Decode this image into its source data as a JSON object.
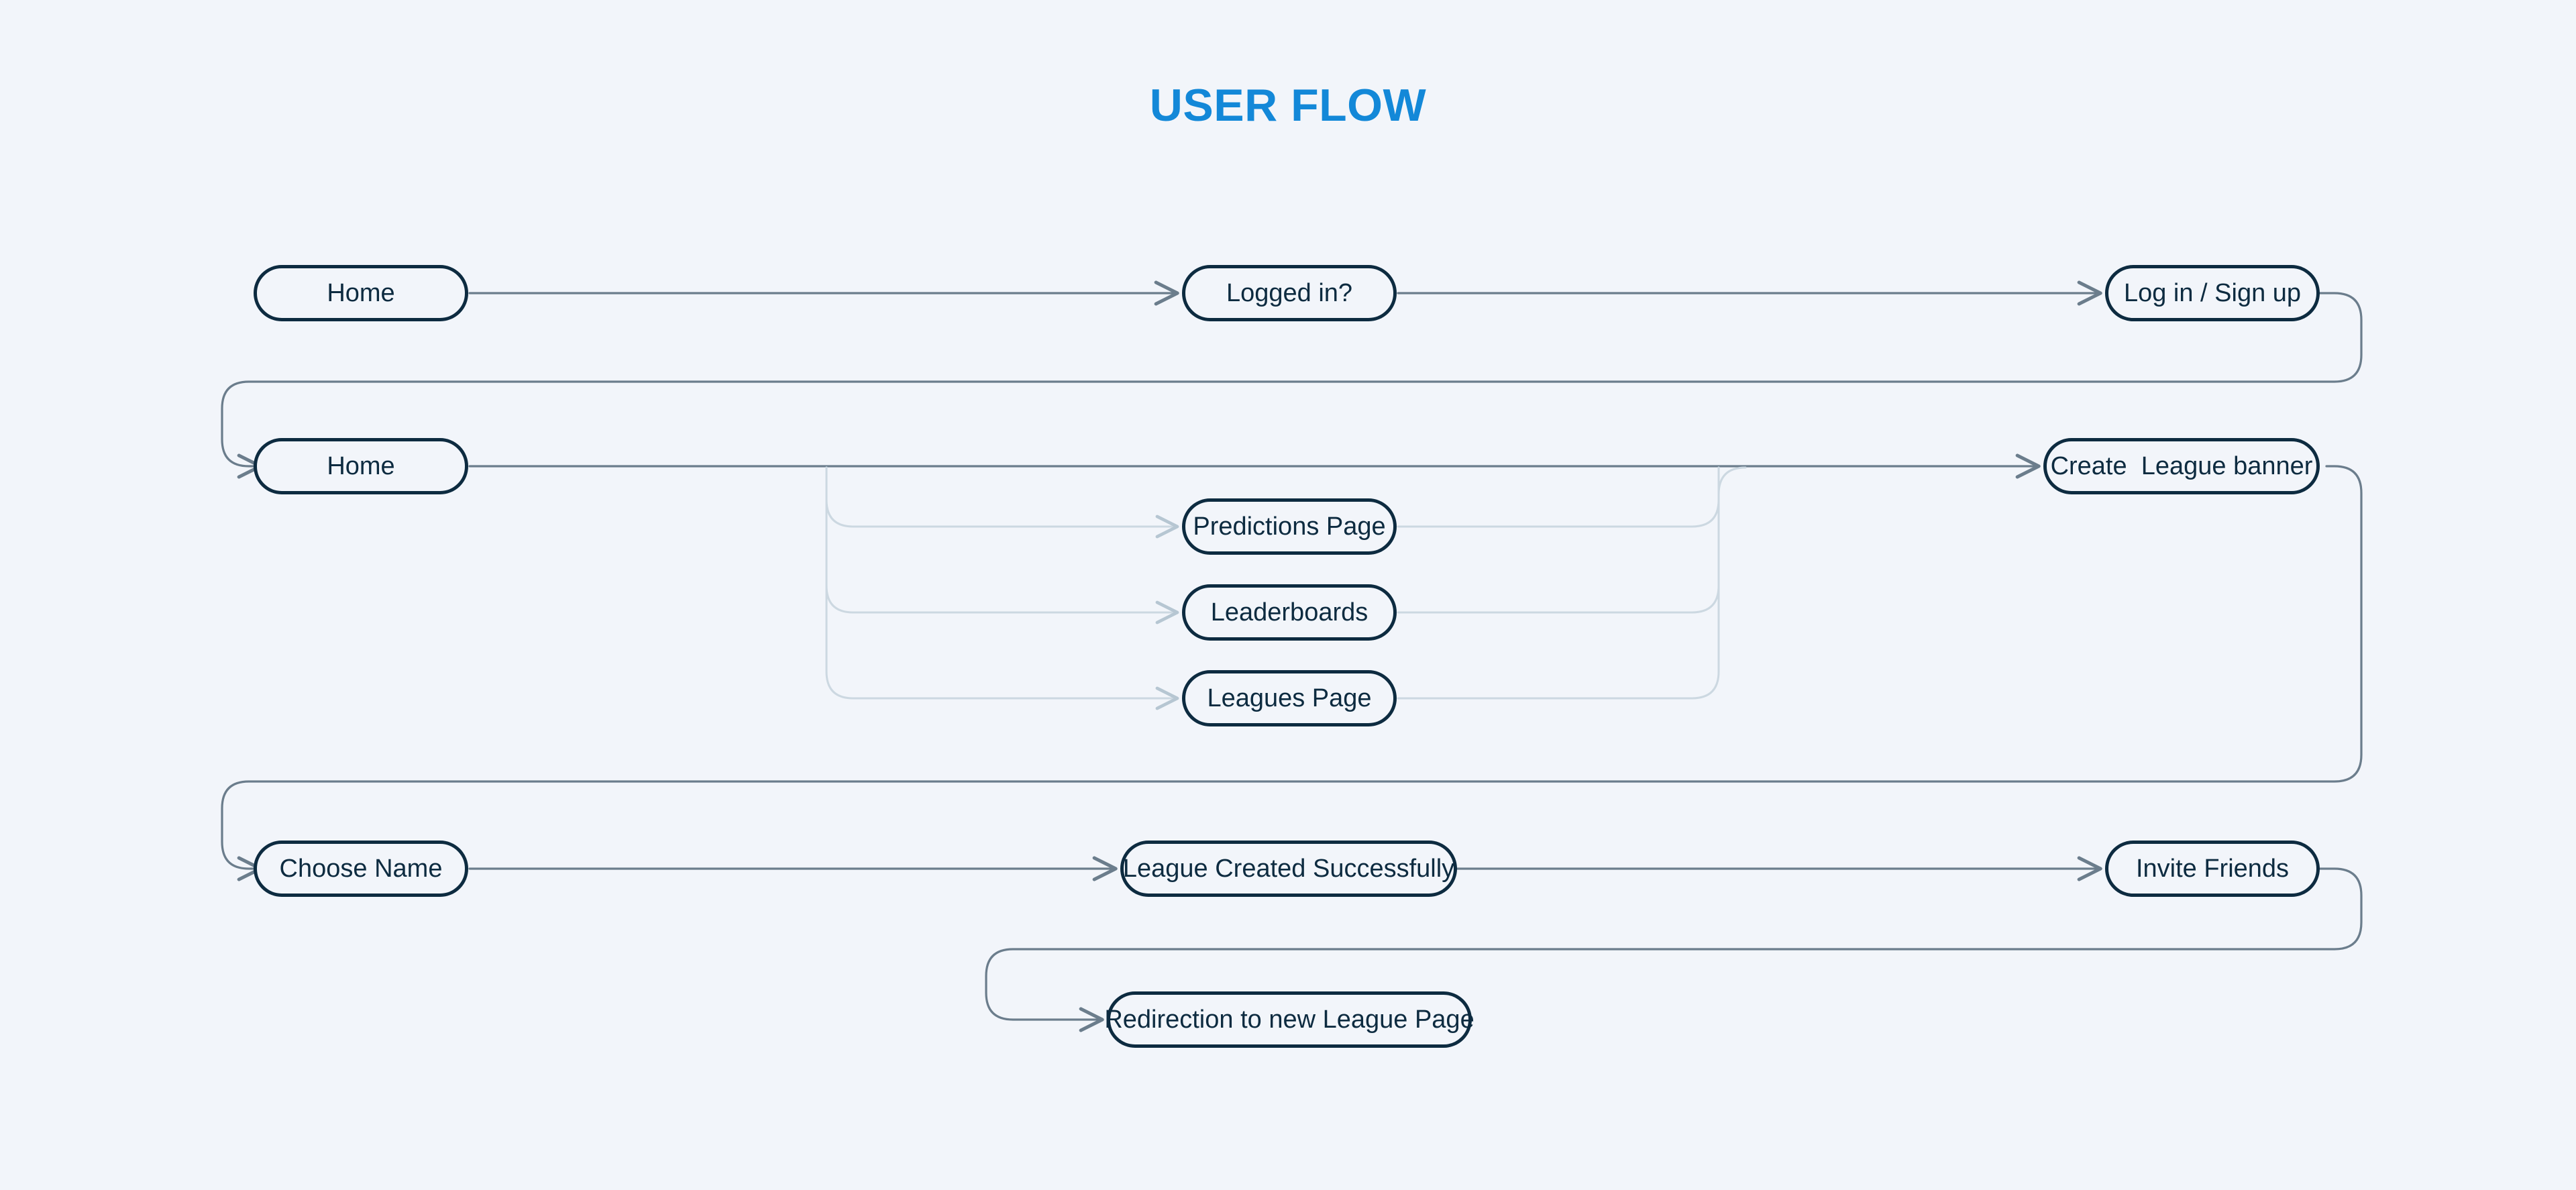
{
  "page": {
    "title": "USER FLOW",
    "background_color": "#f2f5fa",
    "title_color": "#1388d8",
    "node_border_color": "#0d2b40",
    "node_text_color": "#0d2b40",
    "connector_color": "#6b7d8c",
    "branch_connector_color": "#ccd8e1"
  },
  "diagram": {
    "type": "flowchart",
    "rows": [
      {
        "name": "row-1-entry",
        "nodes": [
          {
            "id": "home-1",
            "label": "Home"
          },
          {
            "id": "logged-in",
            "label": "Logged in?"
          },
          {
            "id": "login-signup",
            "label": "Log in / Sign up"
          }
        ]
      },
      {
        "name": "row-2-main",
        "nodes": [
          {
            "id": "home-2",
            "label": "Home"
          },
          {
            "id": "create-league-banner",
            "label": "Create  League banner"
          }
        ],
        "branches": [
          {
            "id": "predictions-page",
            "label": "Predictions Page"
          },
          {
            "id": "leaderboards",
            "label": "Leaderboards"
          },
          {
            "id": "leagues-page",
            "label": "Leagues Page"
          }
        ]
      },
      {
        "name": "row-3-creation",
        "nodes": [
          {
            "id": "choose-name",
            "label": "Choose Name"
          },
          {
            "id": "league-created",
            "label": "League Created Successfully"
          },
          {
            "id": "invite-friends",
            "label": "Invite Friends"
          }
        ]
      },
      {
        "name": "row-4-redirect",
        "nodes": [
          {
            "id": "redirection",
            "label": "Redirection to new League Page"
          }
        ]
      }
    ],
    "edges": [
      {
        "from": "home-1",
        "to": "logged-in"
      },
      {
        "from": "logged-in",
        "to": "login-signup"
      },
      {
        "from": "login-signup",
        "to": "home-2"
      },
      {
        "from": "home-2",
        "to": "predictions-page"
      },
      {
        "from": "home-2",
        "to": "leaderboards"
      },
      {
        "from": "home-2",
        "to": "leagues-page"
      },
      {
        "from": "home-2",
        "to": "create-league-banner"
      },
      {
        "from": "create-league-banner",
        "to": "choose-name"
      },
      {
        "from": "choose-name",
        "to": "league-created"
      },
      {
        "from": "league-created",
        "to": "invite-friends"
      },
      {
        "from": "invite-friends",
        "to": "redirection"
      }
    ]
  }
}
